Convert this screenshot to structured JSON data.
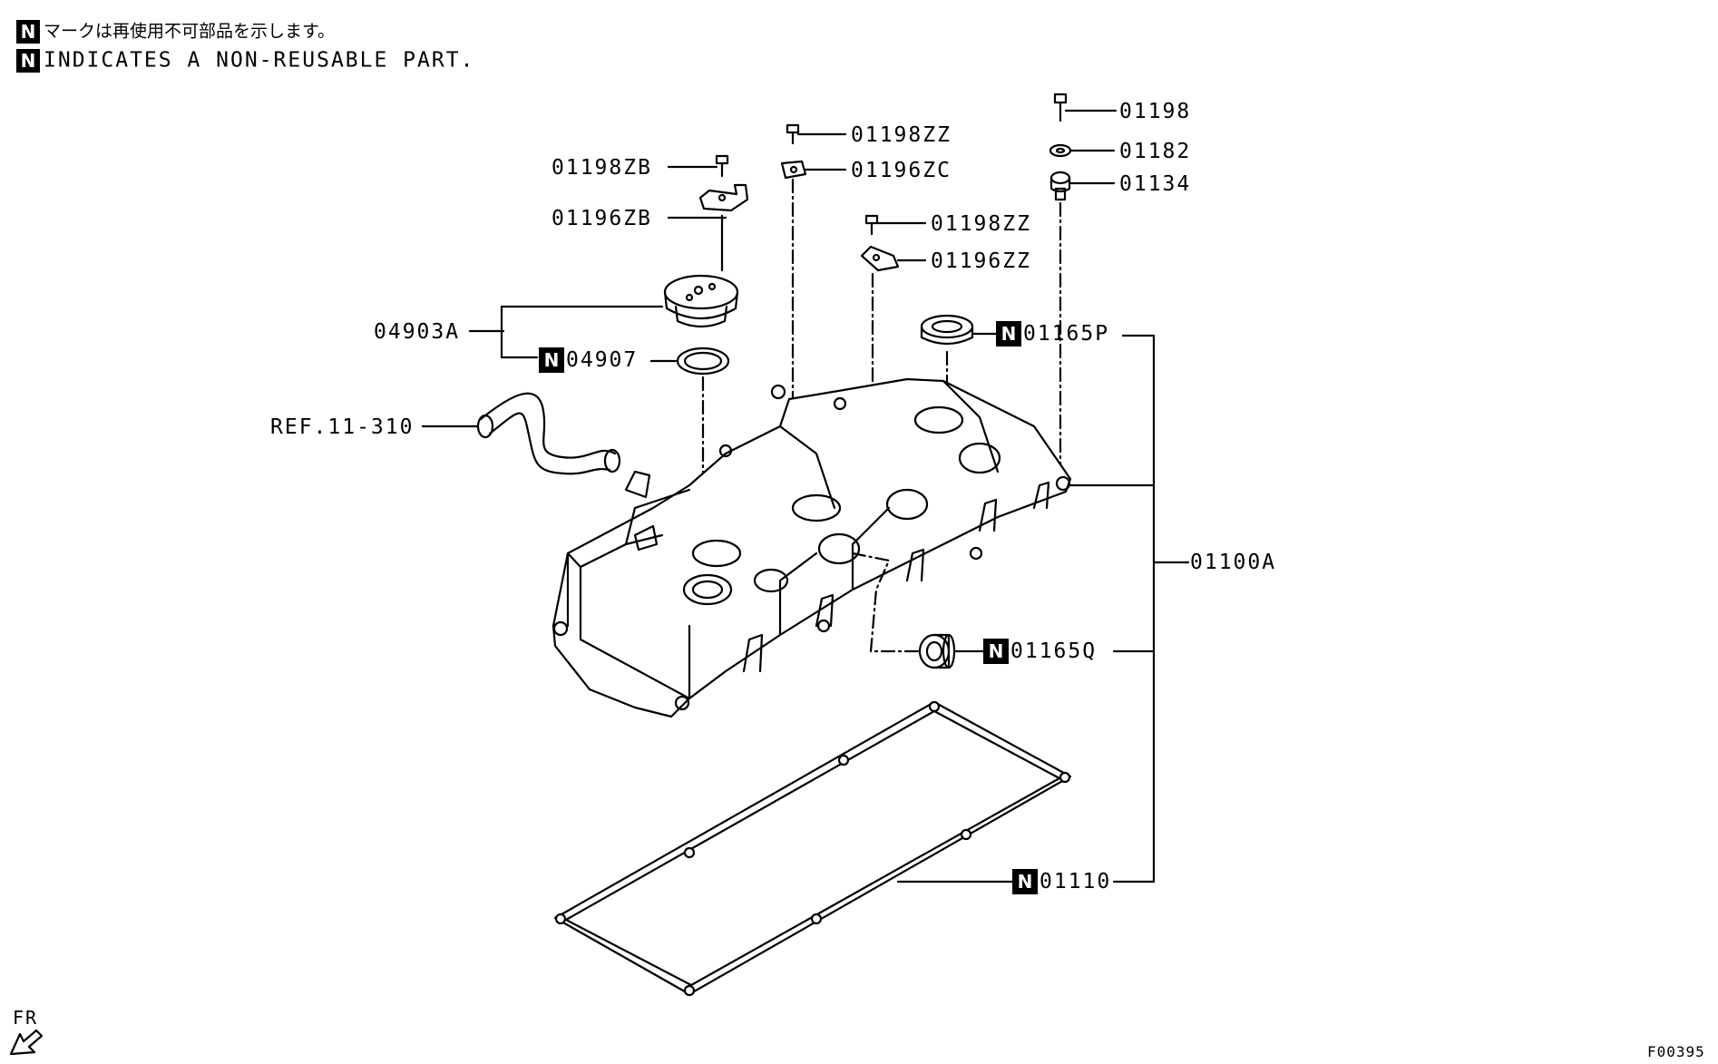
{
  "notes": {
    "badge": "N",
    "japanese": "マークは再使用不可部品を示します。",
    "english": "INDICATES A NON-REUSABLE PART."
  },
  "parts": {
    "p01198": "01198",
    "p01182": "01182",
    "p01134": "01134",
    "p01198zz_top": "01198ZZ",
    "p01196zc": "01196ZC",
    "p01198zb": "01198ZB",
    "p01196zb": "01196ZB",
    "p01198zz_mid": "01198ZZ",
    "p01196zz": "01196ZZ",
    "p04903a": "04903A",
    "p04907": "04907",
    "p01165p": "01165P",
    "ref_hose": "REF.11-310",
    "p01100a": "01100A",
    "p01165q": "01165Q",
    "p01110": "01110"
  },
  "footer": {
    "direction": "FR",
    "figure_code": "F00395"
  }
}
